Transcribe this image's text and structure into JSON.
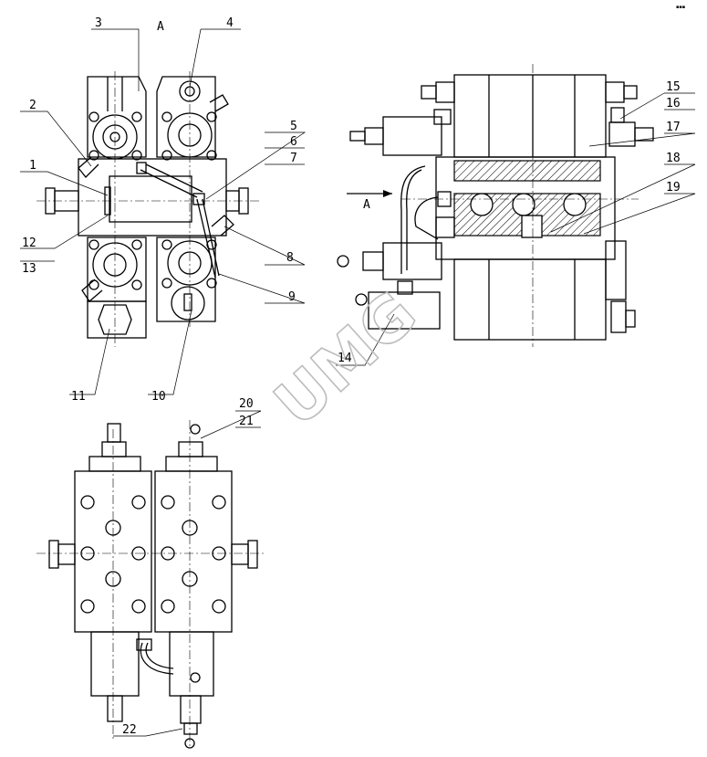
{
  "view_label": "A",
  "arrow_label": "A",
  "watermark": "UMG",
  "corner_mark": "▪▪▪",
  "callouts": [
    {
      "n": "1"
    },
    {
      "n": "2"
    },
    {
      "n": "3"
    },
    {
      "n": "4"
    },
    {
      "n": "5"
    },
    {
      "n": "6"
    },
    {
      "n": "7"
    },
    {
      "n": "8"
    },
    {
      "n": "9"
    },
    {
      "n": "10"
    },
    {
      "n": "11"
    },
    {
      "n": "12"
    },
    {
      "n": "13"
    },
    {
      "n": "14"
    },
    {
      "n": "15"
    },
    {
      "n": "16"
    },
    {
      "n": "17"
    },
    {
      "n": "18"
    },
    {
      "n": "19"
    },
    {
      "n": "20"
    },
    {
      "n": "21"
    },
    {
      "n": "22"
    }
  ]
}
